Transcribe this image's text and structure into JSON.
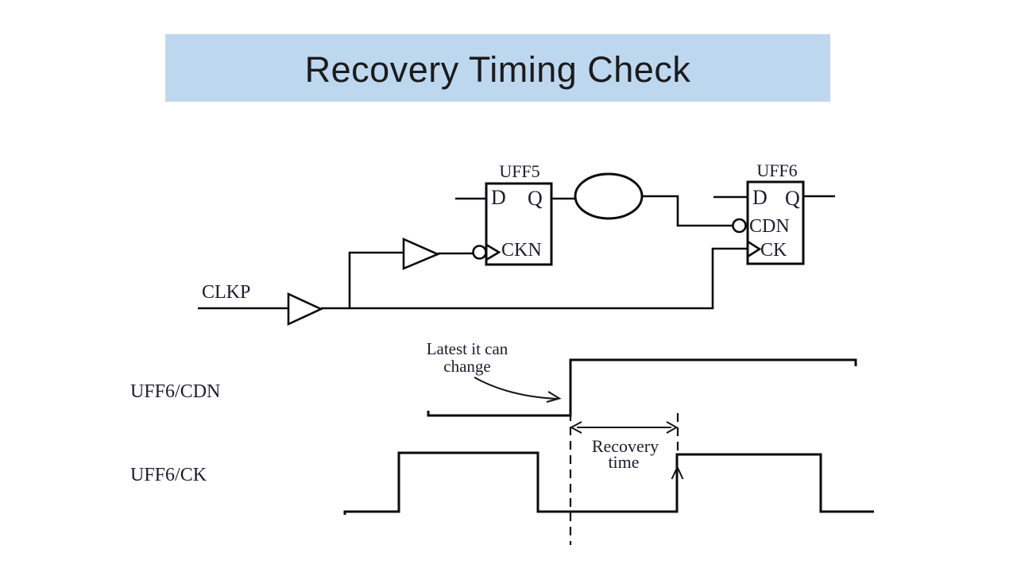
{
  "slide": {
    "title": "Recovery Timing Check",
    "title_bg_color": "#bdd7ee",
    "title_text_color": "#1b1b1b",
    "background_color": "#ffffff",
    "ink_color": "#0b0b0b",
    "diagram_text_color": "#1c1c2e"
  },
  "circuit": {
    "clock_input_label": "CLKP",
    "uff5": {
      "name": "UFF5",
      "d_pin": "D",
      "q_pin": "Q",
      "clock_pin": "CKN"
    },
    "uff6": {
      "name": "UFF6",
      "d_pin": "D",
      "q_pin": "Q",
      "clear_pin": "CDN",
      "clock_pin": "CK"
    }
  },
  "timing": {
    "cdn_signal_label": "UFF6/CDN",
    "ck_signal_label": "UFF6/CK",
    "annotation": {
      "line1": "Latest it can",
      "line2": "change"
    },
    "recovery": {
      "line1": "Recovery",
      "line2": "time"
    }
  }
}
